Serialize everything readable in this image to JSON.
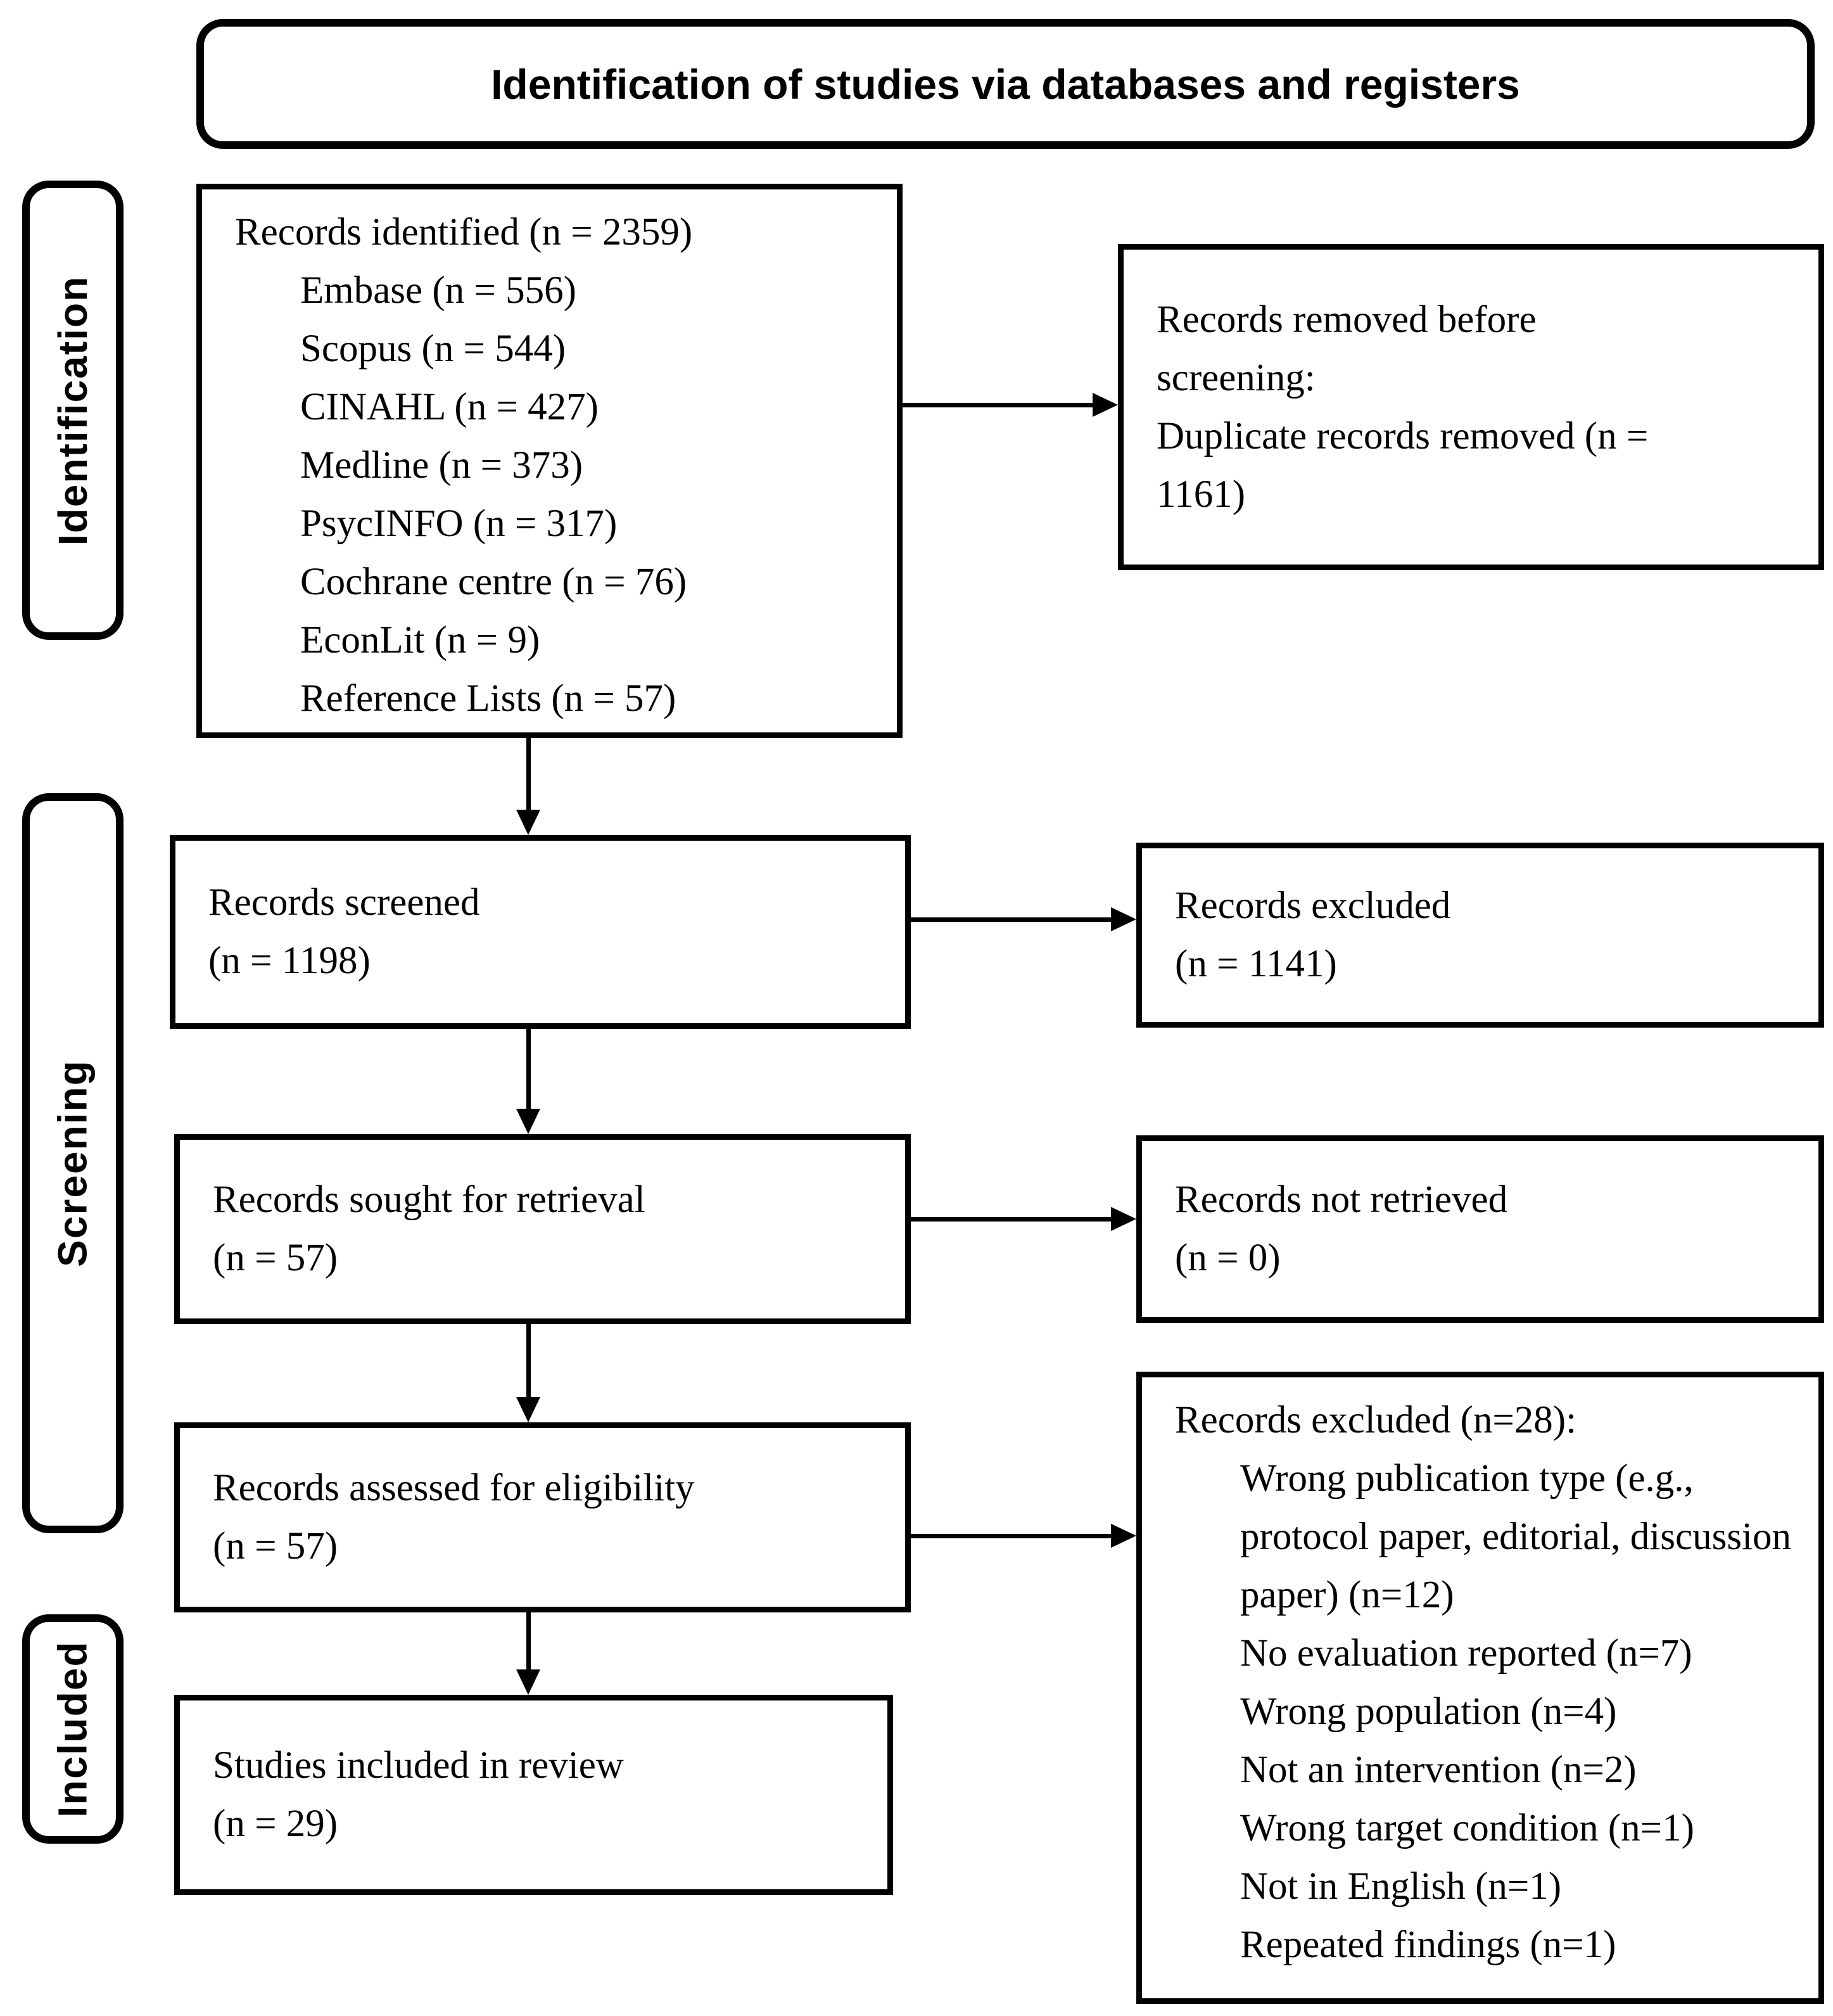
{
  "title": "Identification of studies via databases and registers",
  "colors": {
    "border": "#000000",
    "background": "#ffffff",
    "text": "#000000"
  },
  "stages": [
    {
      "label": "Identification"
    },
    {
      "label": "Screening"
    },
    {
      "label": "Included"
    }
  ],
  "boxes": {
    "identified": {
      "header": "Records identified (n = 2359)",
      "sources": [
        "Embase (n = 556)",
        "Scopus (n = 544)",
        "CINAHL (n = 427)",
        "Medline (n = 373)",
        "PsycINFO (n = 317)",
        "Cochrane centre (n = 76)",
        "EconLit (n = 9)",
        "Reference Lists (n = 57)"
      ]
    },
    "removed_before_screening": {
      "lines": [
        "Records removed before",
        "screening:",
        "Duplicate records removed (n =",
        "1161)"
      ]
    },
    "screened": {
      "lines": [
        "Records screened",
        "(n = 1198)"
      ]
    },
    "records_excluded": {
      "lines": [
        "Records excluded",
        "(n = 1141)"
      ]
    },
    "sought_for_retrieval": {
      "lines": [
        "Records sought for retrieval",
        "(n = 57)"
      ]
    },
    "not_retrieved": {
      "lines": [
        "Records not retrieved",
        "(n = 0)"
      ]
    },
    "assessed_for_eligibility": {
      "lines": [
        "Records assessed for eligibility",
        "(n = 57)"
      ]
    },
    "excluded_with_reasons": {
      "header": "Records excluded (n=28):",
      "reasons": [
        "Wrong publication type (e.g., protocol paper, editorial, discussion paper) (n=12)",
        "No evaluation reported (n=7)",
        "Wrong population (n=4)",
        "Not an intervention (n=2)",
        "Wrong target condition (n=1)",
        "Not in English (n=1)",
        "Repeated findings (n=1)"
      ]
    },
    "included_in_review": {
      "lines": [
        "Studies included in review",
        "(n = 29)"
      ]
    }
  }
}
